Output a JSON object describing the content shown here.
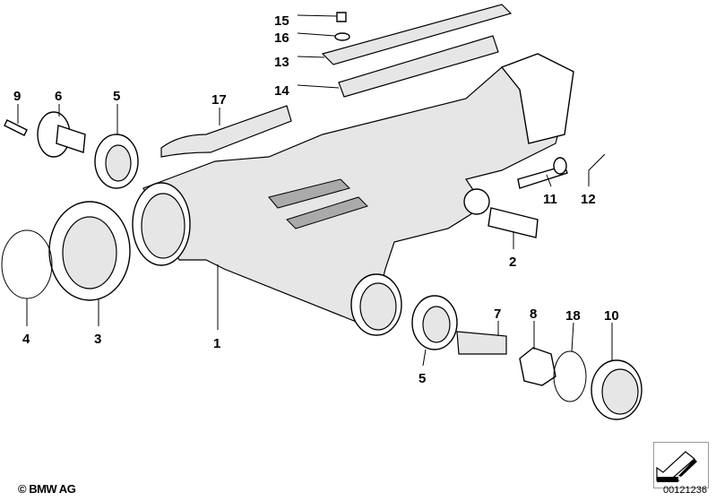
{
  "diagram": {
    "parts": [
      "15",
      "16",
      "13",
      "14",
      "9",
      "6",
      "5",
      "17",
      "11",
      "12",
      "2",
      "4",
      "3",
      "1",
      "7",
      "8",
      "18",
      "10",
      "5"
    ]
  },
  "footer": {
    "copyright": "© BMW AG",
    "image_code": "00121236"
  },
  "nav_icon": "arrow-down-left-icon"
}
